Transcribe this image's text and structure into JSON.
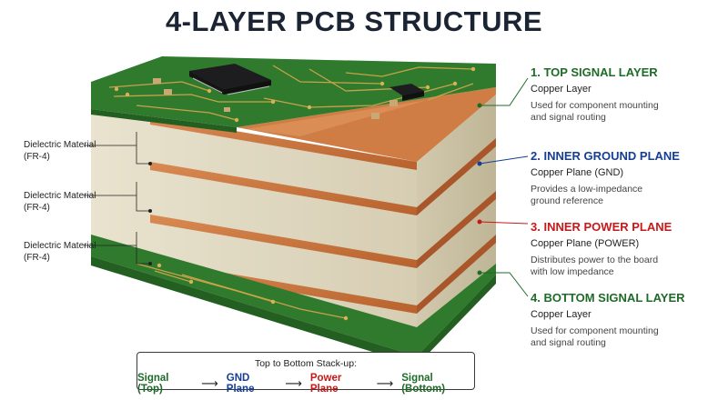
{
  "title": "4-LAYER PCB STRUCTURE",
  "dielectric_labels": [
    {
      "line1": "Dielectric Material",
      "line2": "(FR-4)"
    },
    {
      "line1": "Dielectric Material",
      "line2": "(FR-4)"
    },
    {
      "line1": "Dielectric Material",
      "line2": "(FR-4)"
    }
  ],
  "layers": [
    {
      "title": "1. TOP SIGNAL LAYER",
      "subtitle": "Copper Layer",
      "desc1": "Used for component mounting",
      "desc2": "and signal routing",
      "color": "#1e6b28"
    },
    {
      "title": "2. INNER GROUND PLANE",
      "subtitle": "Copper Plane (GND)",
      "desc1": "Provides a low-impedance",
      "desc2": "ground reference",
      "color": "#163e96"
    },
    {
      "title": "3. INNER POWER PLANE",
      "subtitle": "Copper Plane (POWER)",
      "desc1": "Distributes power to the board",
      "desc2": "with low impedance",
      "color": "#c91818"
    },
    {
      "title": "4. BOTTOM SIGNAL LAYER",
      "subtitle": "Copper Layer",
      "desc1": "Used for component mounting",
      "desc2": "and signal routing",
      "color": "#1e6b28"
    }
  ],
  "stackup": {
    "title": "Top to Bottom Stack-up:",
    "items": [
      {
        "label": "Signal (Top)",
        "color": "#1e6b28"
      },
      {
        "label": "GND Plane",
        "color": "#163e96"
      },
      {
        "label": "Power Plane",
        "color": "#c91818"
      },
      {
        "label": "Signal (Bottom)",
        "color": "#1e6b28"
      }
    ],
    "arrow": "⟶"
  },
  "colors": {
    "solder_mask": "#2f7a2c",
    "copper": "#c8733e",
    "fr4": "#e3dcc6",
    "trace": "#c9a24a"
  }
}
